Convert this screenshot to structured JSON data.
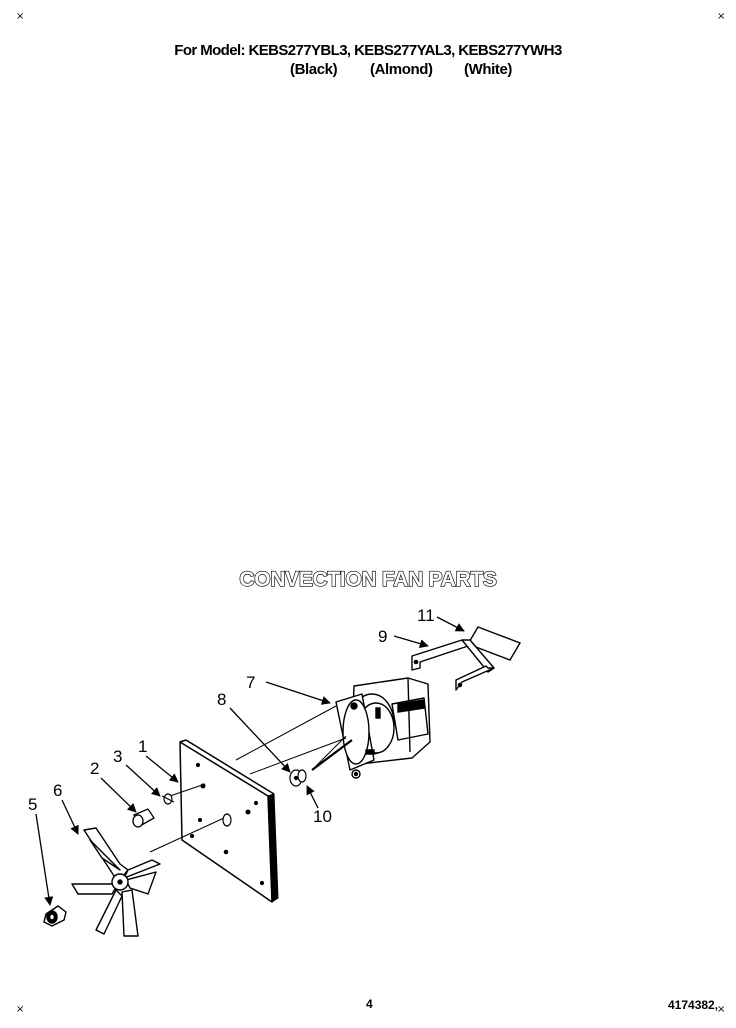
{
  "header": {
    "model_line": "For Model: KEBS277YBL3, KEBS277YAL3, KEBS277YWH3",
    "colors": [
      "(Black)",
      "(Almond)",
      "(White)"
    ]
  },
  "section": {
    "title": "CONVECTION FAN PARTS"
  },
  "diagram": {
    "callouts": [
      "1",
      "2",
      "3",
      "5",
      "6",
      "7",
      "8",
      "9",
      "10",
      "11"
    ]
  },
  "footer": {
    "page_number": "4",
    "doc_number": "4174382,"
  },
  "corner_marks": [
    "×",
    "×",
    "×",
    "×"
  ]
}
